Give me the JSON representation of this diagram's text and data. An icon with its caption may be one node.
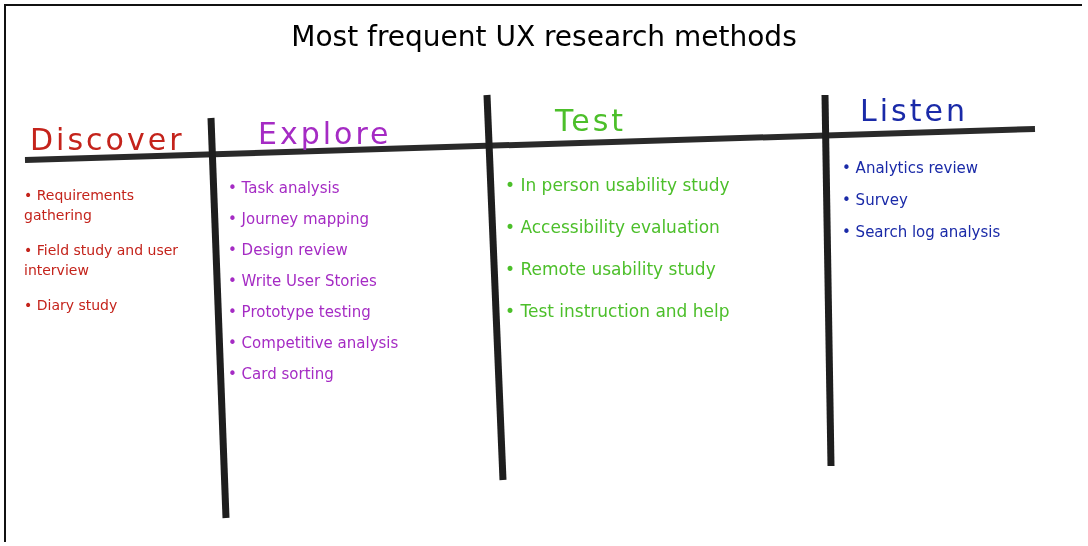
{
  "diagram": {
    "title": "Most frequent UX research methods",
    "labels": [
      "Discover",
      "Explore",
      "Test",
      "Listen",
      "• Requirements gathering",
      "• Field study and user interview",
      "• Diary study",
      "• Task analysis",
      "• Journey mapping",
      "• Design review",
      "• Write User Stories",
      "• Prototype testing",
      "• Competitive analysis",
      "• Card sorting",
      "• In person usability study",
      "• Accessibility evaluation",
      "• Remote usability study",
      "• Test instruction and help",
      "• Analytics review",
      "• Survey",
      "• Search log analysis"
    ]
  }
}
